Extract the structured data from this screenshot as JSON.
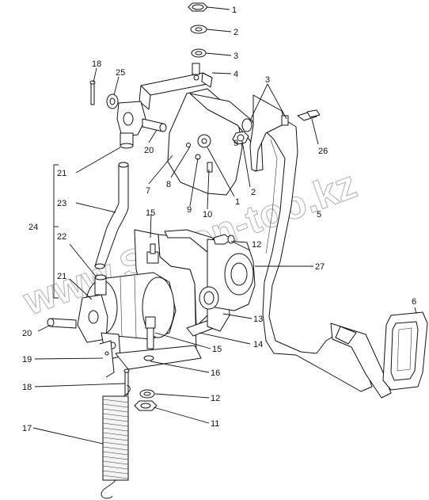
{
  "diagram": {
    "watermark": "www.Simon-too.kz",
    "callouts": [
      {
        "id": "c1a",
        "text": "1"
      },
      {
        "id": "c2a",
        "text": "2"
      },
      {
        "id": "c3a",
        "text": "3"
      },
      {
        "id": "c4",
        "text": "4"
      },
      {
        "id": "c3b",
        "text": "3"
      },
      {
        "id": "c18a",
        "text": "18"
      },
      {
        "id": "c25",
        "text": "25"
      },
      {
        "id": "c20a",
        "text": "20"
      },
      {
        "id": "c26",
        "text": "26"
      },
      {
        "id": "c21a",
        "text": "21"
      },
      {
        "id": "c7",
        "text": "7"
      },
      {
        "id": "c8",
        "text": "8"
      },
      {
        "id": "c9a",
        "text": "9"
      },
      {
        "id": "c10",
        "text": "10"
      },
      {
        "id": "c1b",
        "text": "1"
      },
      {
        "id": "c2b",
        "text": "2"
      },
      {
        "id": "c9b",
        "text": "9"
      },
      {
        "id": "c5",
        "text": "5"
      },
      {
        "id": "c23",
        "text": "23"
      },
      {
        "id": "c24",
        "text": "24"
      },
      {
        "id": "c15a",
        "text": "15"
      },
      {
        "id": "c22",
        "text": "22"
      },
      {
        "id": "c12a",
        "text": "12"
      },
      {
        "id": "c27",
        "text": "27"
      },
      {
        "id": "c21b",
        "text": "21"
      },
      {
        "id": "c6",
        "text": "6"
      },
      {
        "id": "c13",
        "text": "13"
      },
      {
        "id": "c20b",
        "text": "20"
      },
      {
        "id": "c14",
        "text": "14"
      },
      {
        "id": "c15b",
        "text": "15"
      },
      {
        "id": "c19",
        "text": "19"
      },
      {
        "id": "c16",
        "text": "16"
      },
      {
        "id": "c18b",
        "text": "18"
      },
      {
        "id": "c12b",
        "text": "12"
      },
      {
        "id": "c17",
        "text": "17"
      },
      {
        "id": "c11",
        "text": "11"
      }
    ]
  }
}
